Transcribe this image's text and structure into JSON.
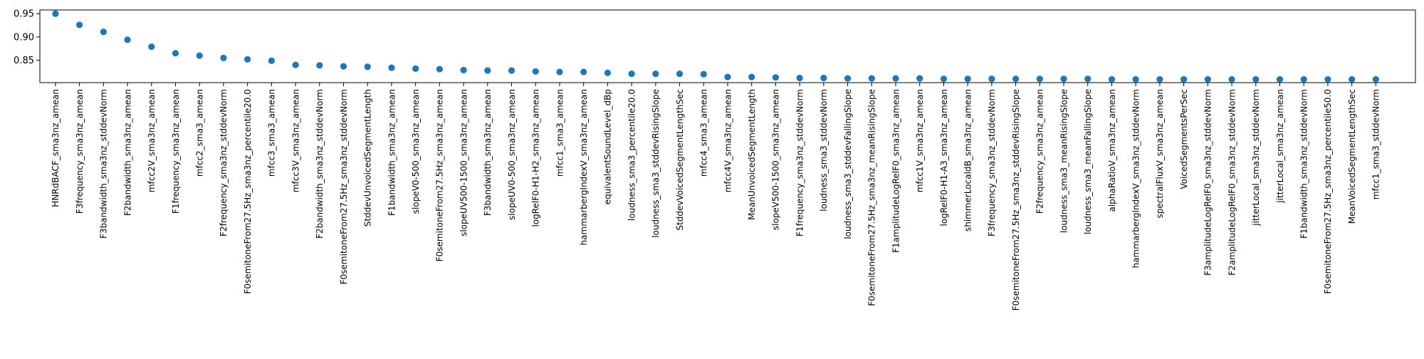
{
  "chart_data": {
    "type": "scatter",
    "title": "",
    "xlabel": "",
    "ylabel": "",
    "ylim": [
      0.802,
      0.958
    ],
    "yticks": [
      0.85,
      0.9,
      0.95
    ],
    "ytick_labels": [
      "0.85",
      "0.90",
      "0.95"
    ],
    "grid": false,
    "marker_color": "#1f77b4",
    "categories": [
      "HNRdBACF_sma3nz_amean",
      "F3frequency_sma3nz_amean",
      "F3bandwidth_sma3nz_stddevNorm",
      "F2bandwidth_sma3nz_amean",
      "mfcc2V_sma3nz_amean",
      "F1frequency_sma3nz_amean",
      "mfcc2_sma3_amean",
      "F2frequency_sma3nz_stddevNorm",
      "F0semitoneFrom27.5Hz_sma3nz_percentile20.0",
      "mfcc3_sma3_amean",
      "mfcc3V_sma3nz_amean",
      "F2bandwidth_sma3nz_stddevNorm",
      "F0semitoneFrom27.5Hz_sma3nz_stddevNorm",
      "StddevUnvoicedSegmentLength",
      "F1bandwidth_sma3nz_amean",
      "slopeV0-500_sma3nz_amean",
      "F0semitoneFrom27.5Hz_sma3nz_amean",
      "slopeUV500-1500_sma3nz_amean",
      "F3bandwidth_sma3nz_amean",
      "slopeUV0-500_sma3nz_amean",
      "logRelF0-H1-H2_sma3nz_amean",
      "mfcc1_sma3_amean",
      "hammarbergIndexV_sma3nz_amean",
      "equivalentSoundLevel_dBp",
      "loudness_sma3_percentile20.0",
      "loudness_sma3_stddevRisingSlope",
      "StddevVoicedSegmentLengthSec",
      "mfcc4_sma3_amean",
      "mfcc4V_sma3nz_amean",
      "MeanUnvoicedSegmentLength",
      "slopeV500-1500_sma3nz_amean",
      "F1frequency_sma3nz_stddevNorm",
      "loudness_sma3_stddevNorm",
      "loudness_sma3_stddevFallingSlope",
      "F0semitoneFrom27.5Hz_sma3nz_meanRisingSlope",
      "F1amplitudeLogRelF0_sma3nz_amean",
      "mfcc1V_sma3nz_amean",
      "logRelF0-H1-A3_sma3nz_amean",
      "shimmerLocaldB_sma3nz_amean",
      "F3frequency_sma3nz_stddevNorm",
      "F0semitoneFrom27.5Hz_sma3nz_stddevRisingSlope",
      "F2frequency_sma3nz_amean",
      "loudness_sma3_meanRisingSlope",
      "loudness_sma3_meanFallingSlope",
      "alphaRatioV_sma3nz_amean",
      "hammarbergIndexV_sma3nz_stddevNorm",
      "spectralFluxV_sma3nz_amean",
      "VoicedSegmentsPerSec",
      "F3amplitudeLogRelF0_sma3nz_stddevNorm",
      "F2amplitudeLogRelF0_sma3nz_stddevNorm",
      "jitterLocal_sma3nz_stddevNorm",
      "jitterLocal_sma3nz_amean",
      "F1bandwidth_sma3nz_stddevNorm",
      "F0semitoneFrom27.5Hz_sma3nz_percentile50.0",
      "MeanVoicedSegmentLengthSec",
      "mfcc1_sma3_stddevNorm"
    ],
    "values": [
      0.95,
      0.926,
      0.911,
      0.894,
      0.879,
      0.865,
      0.86,
      0.855,
      0.852,
      0.849,
      0.84,
      0.839,
      0.837,
      0.836,
      0.834,
      0.832,
      0.831,
      0.829,
      0.828,
      0.828,
      0.826,
      0.825,
      0.825,
      0.823,
      0.821,
      0.821,
      0.821,
      0.82,
      0.814,
      0.814,
      0.813,
      0.812,
      0.812,
      0.811,
      0.811,
      0.811,
      0.811,
      0.81,
      0.81,
      0.81,
      0.81,
      0.81,
      0.81,
      0.81,
      0.809,
      0.809,
      0.809,
      0.809,
      0.809,
      0.809,
      0.809,
      0.809,
      0.809,
      0.809,
      0.809,
      0.809
    ]
  }
}
